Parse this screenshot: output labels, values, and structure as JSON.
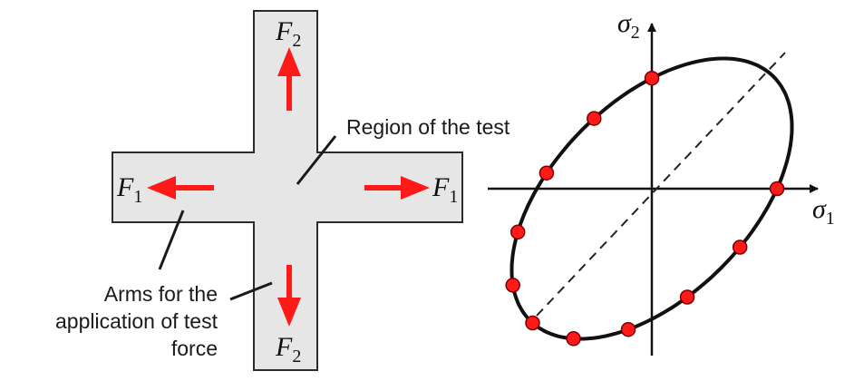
{
  "labels": {
    "force_top": {
      "base": "F",
      "sub": "2"
    },
    "force_bottom": {
      "base": "F",
      "sub": "2"
    },
    "force_left": {
      "base": "F",
      "sub": "1"
    },
    "force_right": {
      "base": "F",
      "sub": "1"
    },
    "region": "Region of the test",
    "arms_line1": "Arms for the",
    "arms_line2": "application of test",
    "arms_line3": "force",
    "axis_x": {
      "base": "σ",
      "sub": "1"
    },
    "axis_y": {
      "base": "σ",
      "sub": "2"
    }
  },
  "colors": {
    "specimen_fill": "#e6e6e6",
    "outline": "#2b2b2b",
    "arrow": "#ff1a1a",
    "curve": "#111111",
    "point_fill": "#ff1a1a",
    "point_stroke": "#7a0000"
  },
  "point_count": 11
}
